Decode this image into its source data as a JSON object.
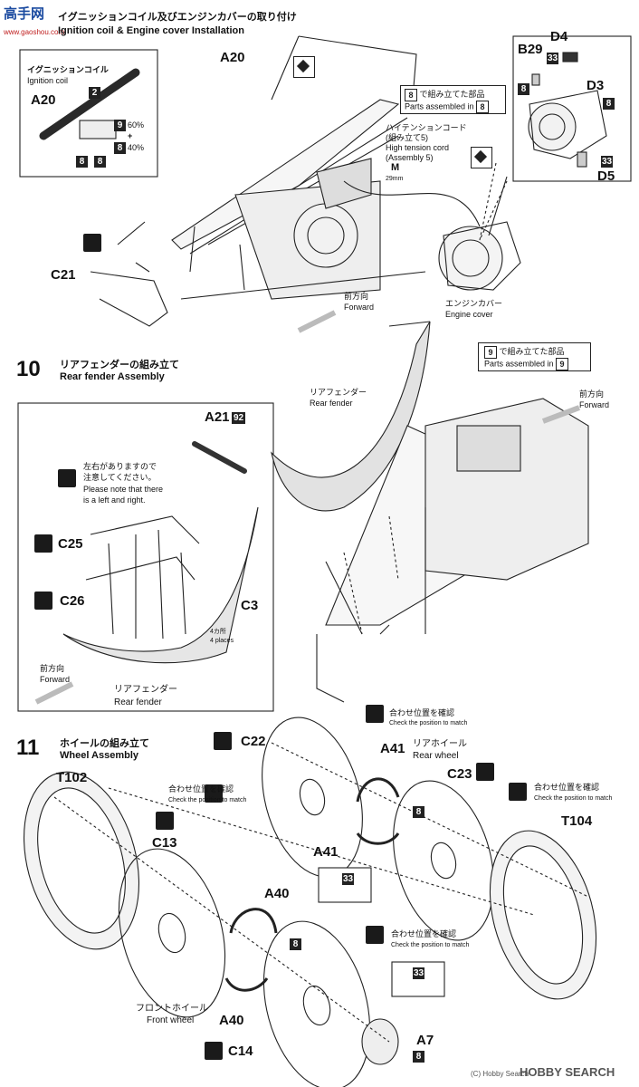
{
  "watermark": {
    "brand": "高手网",
    "url": "www.gaoshou.com"
  },
  "step9": {
    "title_jp": "イグニッションコイル及びエンジンカバーの取り付け",
    "title_en": "Ignition coil & Engine cover Installation",
    "coil_jp": "イグニッションコイル",
    "coil_en": "Ignition coil",
    "part_a20": "A20",
    "paint_2": "2",
    "mix_9": "9",
    "mix_9_pct": "60%",
    "plus": "+",
    "mix_8": "8",
    "mix_8_pct": "40%",
    "paint_8a": "8",
    "paint_8b": "8",
    "part_a20_main": "A20",
    "assembled_num": "8",
    "assembled_jp": "で組み立てた部品",
    "assembled_en": "Parts assembled in",
    "assembled_en_num": "8",
    "cord_jp1": "ハイテンションコード",
    "cord_jp2": "(組み立て5)",
    "cord_en1": "High tension cord",
    "cord_en2": "(Assembly 5)",
    "cord_m": "M",
    "cord_len": "29mm",
    "part_c21": "C21",
    "forward_jp": "前方向",
    "forward_en": "Forward",
    "cover_jp": "エンジンカバー",
    "cover_en": "Engine cover",
    "d4": "D4",
    "b29": "B29",
    "d33": "33",
    "d8a": "8",
    "d3": "D3",
    "d8b": "8",
    "d33b": "33",
    "d5": "D5"
  },
  "step10": {
    "num": "10",
    "title_jp": "リアフェンダーの組み立て",
    "title_en": "Rear fender Assembly",
    "assembled_num": "9",
    "assembled_jp": "で組み立てた部品",
    "assembled_en": "Parts assembled in",
    "assembled_en_num": "9",
    "forward_jp": "前方向",
    "forward_en": "Forward",
    "fender_jp": "リアフェンダー",
    "fender_en": "Rear fender",
    "a21": "A21",
    "a21_paint": "92",
    "note_jp1": "左右がありますので",
    "note_jp2": "注意してください。",
    "note_en1": "Please note that there",
    "note_en2": "is a left and right.",
    "c25": "C25",
    "c26": "C26",
    "c3": "C3",
    "places_jp": "4カ所",
    "places_en": "4 places",
    "inset_forward_jp": "前方向",
    "inset_forward_en": "Forward",
    "inset_fender_jp": "リアフェンダー",
    "inset_fender_en": "Rear fender"
  },
  "step11": {
    "num": "11",
    "title_jp": "ホイールの組み立て",
    "title_en": "Wheel Assembly",
    "check_jp": "合わせ位置を確認",
    "check_en": "Check the position to match",
    "c22": "C22",
    "a41_top": "A41",
    "rear_jp": "リアホイール",
    "rear_en": "Rear wheel",
    "c23": "C23",
    "check2_jp": "合わせ位置を確認",
    "check2_en": "Check the position to match",
    "t102": "T102",
    "check3_jp": "合わせ位置を確認",
    "check3_en": "Check the position to match",
    "c13": "C13",
    "paint_8_a41": "8",
    "a41_bottom": "A41",
    "t104": "T104",
    "paint_33": "33",
    "a40_top": "A40",
    "paint_8_a40": "8",
    "check4_jp": "合わせ位置を確認",
    "check4_en": "Check the position to match",
    "paint_33b": "33",
    "front_jp": "フロントホイール",
    "front_en": "Front wheel",
    "a40_bottom": "A40",
    "a7": "A7",
    "paint_8_a7": "8",
    "c14": "C14"
  },
  "footer": {
    "copyright": "(C) Hobby Search",
    "brand": "HOBBY SEARCH"
  }
}
